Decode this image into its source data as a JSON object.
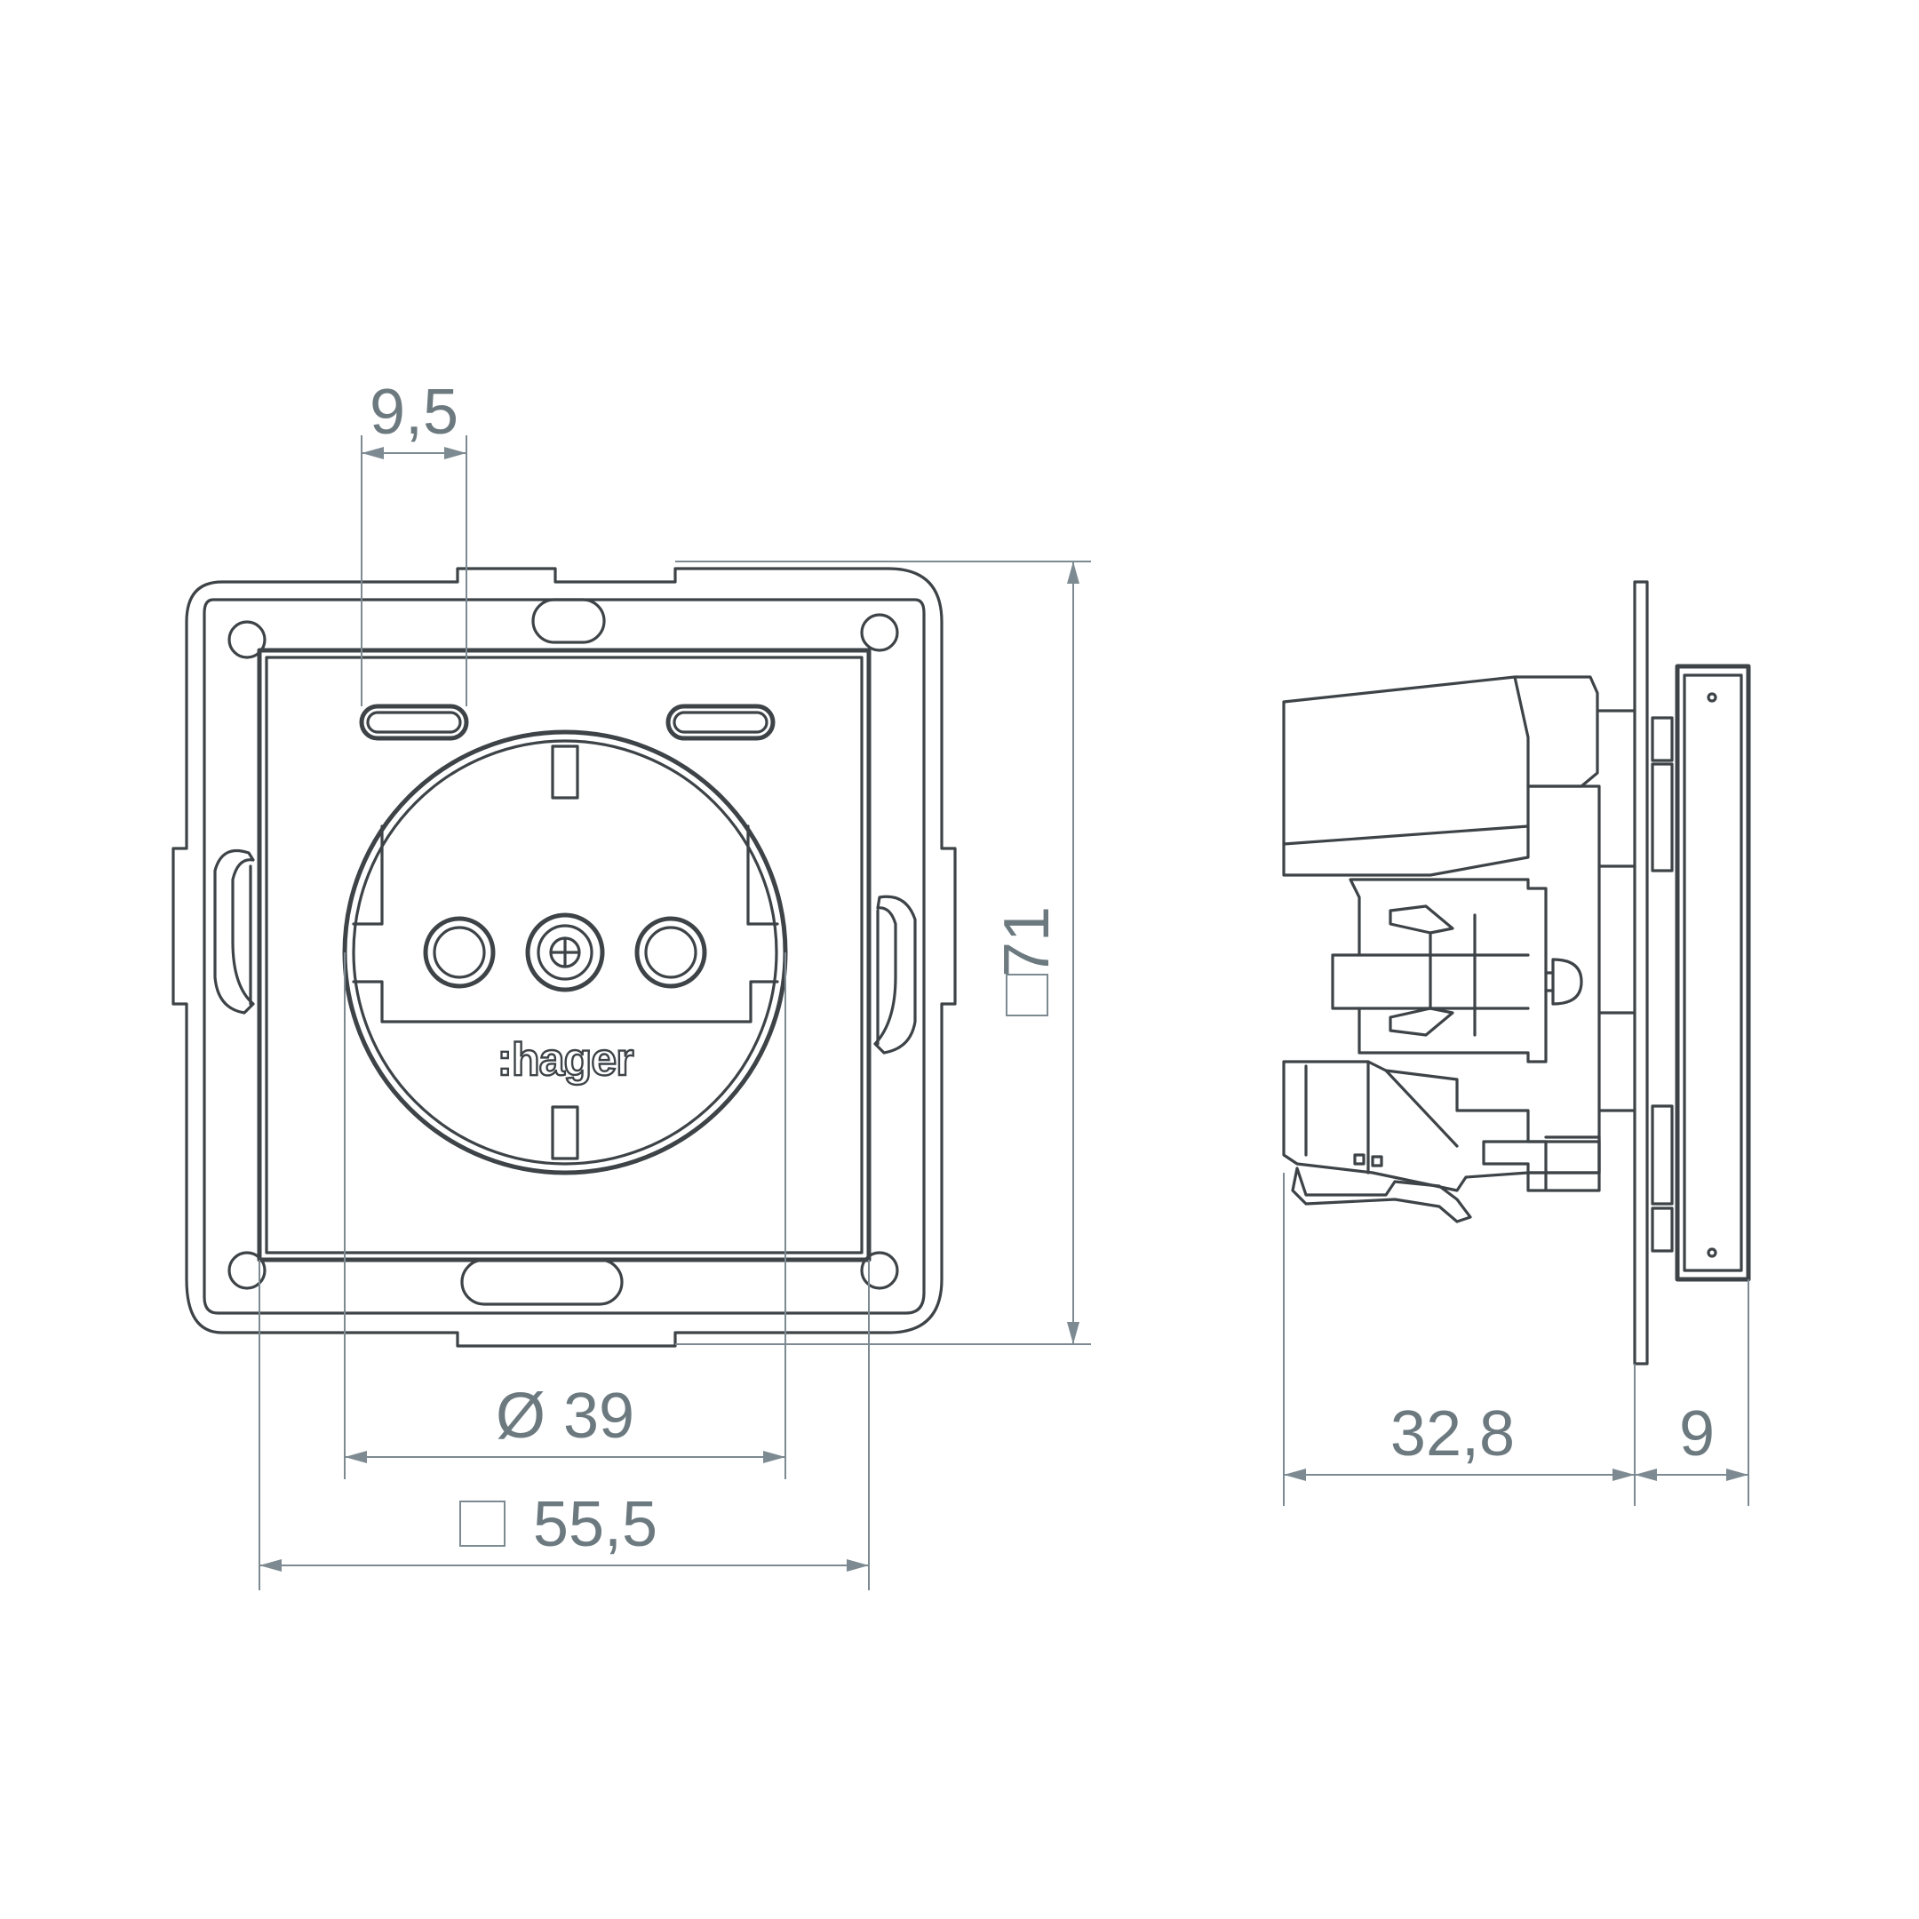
{
  "brand": ":hager",
  "dimensions": {
    "usb_port_width": "9,5",
    "socket_diameter": "Ø 39",
    "insert_width": "55,5",
    "frame_size": "71",
    "depth_insert": "32,8",
    "depth_cover": "9"
  },
  "colors": {
    "line": "#3d4347",
    "dimension": "#7d8a91",
    "dimension_text": "#6c7a80"
  }
}
